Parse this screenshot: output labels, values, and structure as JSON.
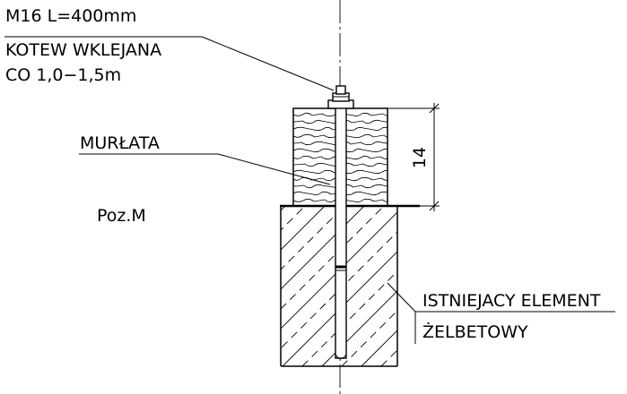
{
  "labels": {
    "anchor_line1": "M16 L=400mm",
    "anchor_line2": "KOTEW WKLEJANA",
    "anchor_line3": "CO 1,0−1,5m",
    "wallplate": "MURŁATA",
    "position": "Poz.M",
    "element_line1": "ISTNIEJACY ELEMENT",
    "element_line2": "ŻELBETOWY",
    "dimension": "14"
  },
  "colors": {
    "ink": "#000000",
    "background": "#ffffff"
  }
}
